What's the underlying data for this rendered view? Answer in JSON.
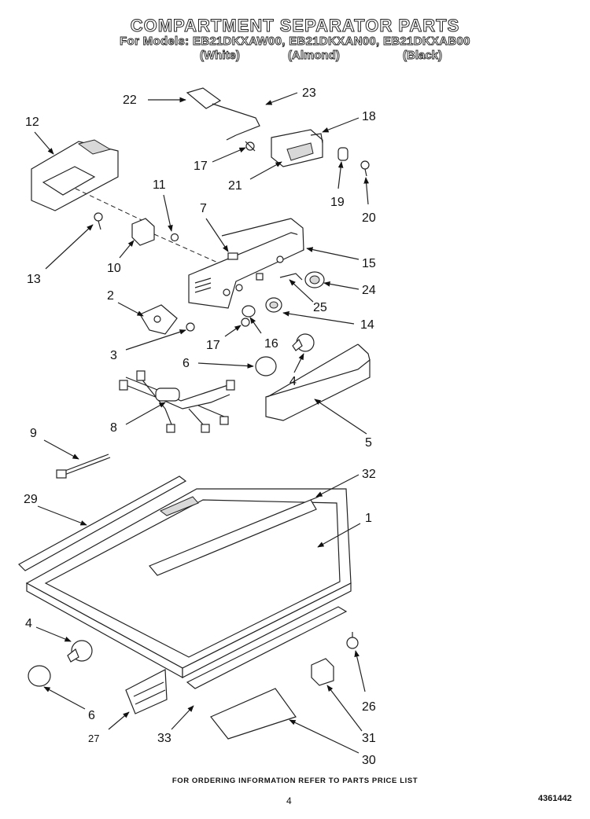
{
  "header": {
    "title": "COMPARTMENT SEPARATOR PARTS",
    "models": "For Models: EB21DKXAW00, EB21DKXAN00, EB21DKXAB00",
    "variants": [
      "(White)",
      "(Almond)",
      "(Black)"
    ]
  },
  "callouts": [
    {
      "id": "c22",
      "label": "22"
    },
    {
      "id": "c23",
      "label": "23"
    },
    {
      "id": "c18",
      "label": "18"
    },
    {
      "id": "c12",
      "label": "12"
    },
    {
      "id": "c17a",
      "label": "17"
    },
    {
      "id": "c21",
      "label": "21"
    },
    {
      "id": "c19",
      "label": "19"
    },
    {
      "id": "c20",
      "label": "20"
    },
    {
      "id": "c11",
      "label": "11"
    },
    {
      "id": "c7",
      "label": "7"
    },
    {
      "id": "c13",
      "label": "13"
    },
    {
      "id": "c10",
      "label": "10"
    },
    {
      "id": "c15",
      "label": "15"
    },
    {
      "id": "c24",
      "label": "24"
    },
    {
      "id": "c25",
      "label": "25"
    },
    {
      "id": "c2",
      "label": "2"
    },
    {
      "id": "c14",
      "label": "14"
    },
    {
      "id": "c3",
      "label": "3"
    },
    {
      "id": "c17b",
      "label": "17"
    },
    {
      "id": "c16",
      "label": "16"
    },
    {
      "id": "c6a",
      "label": "6"
    },
    {
      "id": "c4a",
      "label": "4"
    },
    {
      "id": "c8",
      "label": "8"
    },
    {
      "id": "c5",
      "label": "5"
    },
    {
      "id": "c9",
      "label": "9"
    },
    {
      "id": "c32",
      "label": "32"
    },
    {
      "id": "c29",
      "label": "29"
    },
    {
      "id": "c1",
      "label": "1"
    },
    {
      "id": "c4b",
      "label": "4"
    },
    {
      "id": "c26",
      "label": "26"
    },
    {
      "id": "c6b",
      "label": "6"
    },
    {
      "id": "c27",
      "label": "27"
    },
    {
      "id": "c33",
      "label": "33"
    },
    {
      "id": "c31",
      "label": "31"
    },
    {
      "id": "c30",
      "label": "30"
    }
  ],
  "footer": {
    "ordering_note": "FOR ORDERING INFORMATION REFER TO PARTS PRICE LIST",
    "page_number": "4",
    "document_id": "4361442"
  }
}
